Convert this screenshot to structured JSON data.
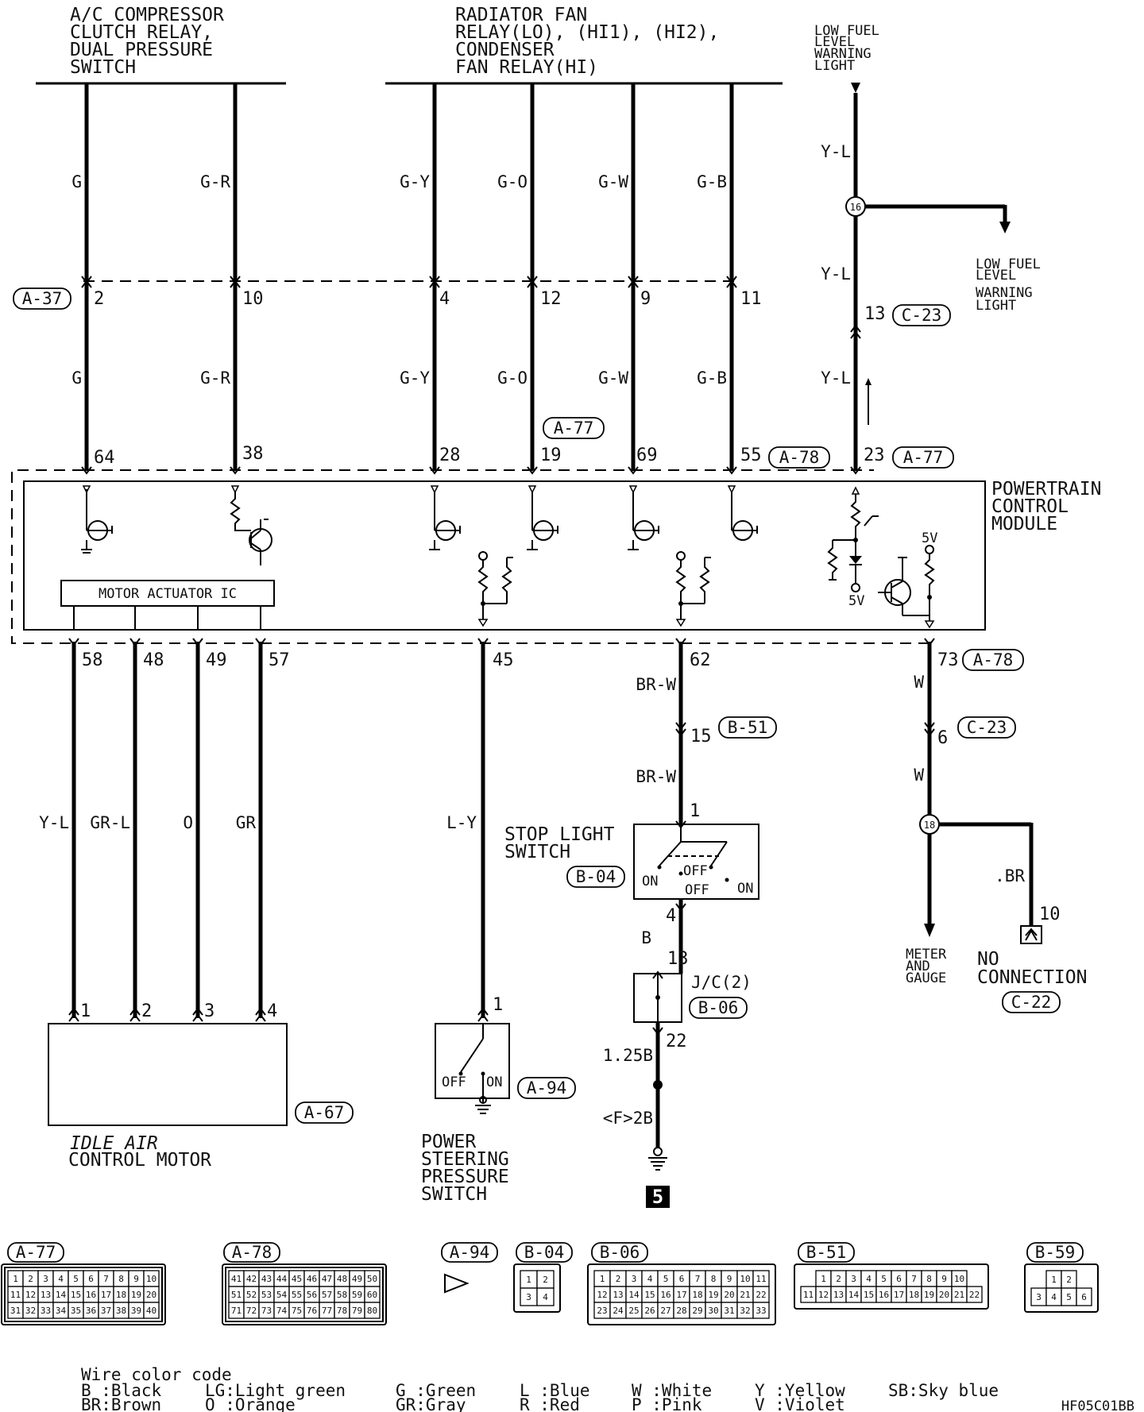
{
  "headers": {
    "ac": [
      "A/C COMPRESSOR",
      "CLUTCH RELAY,",
      "DUAL PRESSURE",
      "SWITCH"
    ],
    "radiator": [
      "RADIATOR FAN",
      "RELAY(LO), (HI1), (HI2),",
      "CONDENSER",
      "FAN RELAY(HI)"
    ],
    "low_fuel_top": [
      "LOW FUEL",
      "LEVEL",
      "WARNING",
      "LIGHT"
    ],
    "low_fuel_branch": [
      "LOW FUEL",
      "LEVEL",
      "WARNING",
      "LIGHT"
    ],
    "pcm": [
      "POWERTRAIN",
      "CONTROL",
      "MODULE"
    ]
  },
  "top_wires": [
    {
      "upper_color": "G",
      "lower_color": "G",
      "a37_pin": "2",
      "pcm_pin": "64"
    },
    {
      "upper_color": "G-R",
      "lower_color": "G-R",
      "a37_pin": "10",
      "pcm_pin": "38"
    },
    {
      "upper_color": "G-Y",
      "lower_color": "G-Y",
      "a37_pin": "4",
      "pcm_pin": "28"
    },
    {
      "upper_color": "G-O",
      "lower_color": "G-O",
      "a37_pin": "12",
      "pcm_pin": "19"
    },
    {
      "upper_color": "G-W",
      "lower_color": "G-W",
      "a37_pin": "9",
      "pcm_pin": "69"
    },
    {
      "upper_color": "G-B",
      "lower_color": "G-B",
      "a37_pin": "11",
      "pcm_pin": "55"
    }
  ],
  "fuel_wire": {
    "color1": "Y-L",
    "color2": "Y-L",
    "color3": "Y-L",
    "junction": "16",
    "c23_pin": "13",
    "pcm_pin": "23"
  },
  "connectors": {
    "a37": "A-37",
    "a77": "A-77",
    "a78": "A-78",
    "c23": "C-23",
    "b51": "B-51",
    "b04": "B-04",
    "b06": "B-06",
    "a94": "A-94",
    "a67": "A-67",
    "c22": "C-22"
  },
  "motor_ic": "MOTOR ACTUATOR IC",
  "five_v": "5V",
  "iac_wires": [
    {
      "pcm_pin": "58",
      "color": "Y-L",
      "motor_pin": "1"
    },
    {
      "pcm_pin": "48",
      "color": "GR-L",
      "motor_pin": "2"
    },
    {
      "pcm_pin": "49",
      "color": "O",
      "motor_pin": "3"
    },
    {
      "pcm_pin": "57",
      "color": "GR",
      "motor_pin": "4"
    }
  ],
  "iac_motor": [
    "IDLE AIR",
    "CONTROL MOTOR"
  ],
  "ps_wire": {
    "pcm_pin": "45",
    "color": "L-Y",
    "switch_pin": "1"
  },
  "ps_switch": [
    "POWER",
    "STEERING",
    "PRESSURE",
    "SWITCH"
  ],
  "switch_states": {
    "off": "OFF",
    "on": "ON"
  },
  "stop_wire": {
    "pcm_pin": "62",
    "color1": "BR-W",
    "b51_pin": "15",
    "color2": "BR-W",
    "switch_in": "1",
    "switch_out": "4",
    "color3": "B",
    "jc_in": "13",
    "jc_out": "22",
    "color4": "1.25B",
    "color5": "<F>2B",
    "ground_no": "5"
  },
  "stop_switch": [
    "STOP LIGHT",
    "SWITCH"
  ],
  "jc_label": "J/C(2)",
  "meter_wire": {
    "pcm_pin": "73",
    "color1": "W",
    "c23_pin": "6",
    "color2": "W",
    "junction": "18",
    "branch_color": ".BR",
    "branch_pin": "10"
  },
  "meter_gauge": [
    "METER",
    "AND",
    "GAUGE"
  ],
  "no_connection": [
    "NO",
    "CONNECTION"
  ],
  "connector_views": [
    {
      "id": "A-77",
      "rows": [
        [
          "1",
          "2",
          "3",
          "4",
          "5",
          "6",
          "7",
          "8",
          "9",
          "10"
        ],
        [
          "11",
          "12",
          "13",
          "14",
          "15",
          "16",
          "17",
          "18",
          "19",
          "20"
        ],
        [
          "31",
          "32",
          "33",
          "34",
          "35",
          "36",
          "37",
          "38",
          "39",
          "40"
        ]
      ]
    },
    {
      "id": "A-78",
      "rows": [
        [
          "41",
          "42",
          "43",
          "44",
          "45",
          "46",
          "47",
          "48",
          "49",
          "50"
        ],
        [
          "51",
          "52",
          "53",
          "54",
          "55",
          "56",
          "57",
          "58",
          "59",
          "60"
        ],
        [
          "71",
          "72",
          "73",
          "74",
          "75",
          "76",
          "77",
          "78",
          "79",
          "80"
        ]
      ]
    },
    {
      "id": "A-94"
    },
    {
      "id": "B-04",
      "rows": [
        [
          "1",
          "2"
        ],
        [
          "3",
          "4"
        ]
      ]
    },
    {
      "id": "B-06",
      "rows": [
        [
          "1",
          "2",
          "3",
          "4",
          "5",
          "6",
          "7",
          "8",
          "9",
          "10",
          "11"
        ],
        [
          "12",
          "13",
          "14",
          "15",
          "16",
          "17",
          "18",
          "19",
          "20",
          "21",
          "22"
        ],
        [
          "23",
          "24",
          "25",
          "26",
          "27",
          "28",
          "29",
          "30",
          "31",
          "32",
          "33"
        ]
      ]
    },
    {
      "id": "B-51",
      "rows": [
        [
          "1",
          "2",
          "3",
          "4",
          "5",
          "6",
          "7",
          "8",
          "9",
          "10"
        ],
        [
          "11",
          "12",
          "13",
          "14",
          "15",
          "16",
          "17",
          "18",
          "19",
          "20",
          "21",
          "22"
        ]
      ]
    },
    {
      "id": "B-59",
      "rows": [
        [
          "1",
          "2"
        ],
        [
          "3",
          "4",
          "5",
          "6"
        ]
      ]
    }
  ],
  "wire_color_code": {
    "title": "Wire color code",
    "entries": [
      "B :Black",
      "BR:Brown",
      "LG:Light green",
      "O :Orange",
      "G :Green",
      "GR:Gray",
      "L :Blue",
      "R :Red",
      "W :White",
      "P :Pink",
      "Y :Yellow",
      "V :Violet",
      "SB:Sky blue"
    ]
  },
  "figure_code": "HF05C01BB"
}
